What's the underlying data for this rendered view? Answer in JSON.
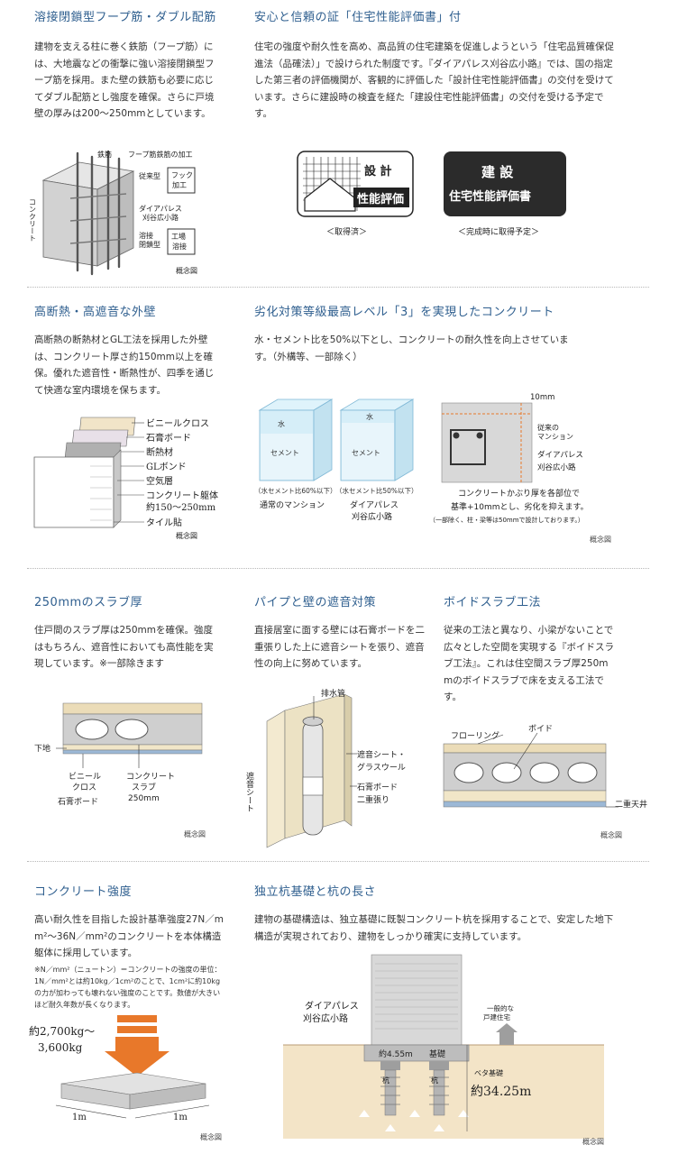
{
  "s1": {
    "title": "溶接閉鎖型フープ筋・ダブル配筋",
    "body": "建物を支える柱に巻く鉄筋（フープ筋）には、大地震などの衝撃に強い溶接閉鎖型フープ筋を採用。また壁の鉄筋も必要に応じてダブル配筋とし強度を確保。さらに戸境壁の厚みは200〜250mmとしています。",
    "fig": {
      "rebar": "鉄筋",
      "concrete": "コンクリート",
      "hoop_title": "フープ筋鉄筋の加工",
      "conventional": "従来型",
      "hook": [
        "フック",
        "加工"
      ],
      "dia": [
        "ダイアパレス",
        "刈谷広小路"
      ],
      "welded": [
        "溶接",
        "閉鎖型"
      ],
      "factory": [
        "工場",
        "溶接"
      ],
      "caption": "概念図"
    }
  },
  "s2": {
    "title": "安心と信頼の証「住宅性能評価書」付",
    "body": "住宅の強度や耐久性を高め、高品質の住宅建築を促進しようという「住宅品質確保促進法（品確法）」で設けられた制度です。『ダイアパレス刈谷広小路』では、国の指定した第三者の評価機関が、客観的に評価した「設計住宅性能評価書」の交付を受けています。さらに建設時の検査を経た「建設住宅性能評価書」の交付を受ける予定です。",
    "badge1": {
      "line1": "設 計",
      "line2": "性能評価",
      "caption": "＜取得済＞"
    },
    "badge2": {
      "line1": "建 設",
      "line2": "住宅性能評価書",
      "caption": "＜完成時に取得予定＞"
    }
  },
  "s3": {
    "title": "高断熱・高遮音な外壁",
    "body": "高断熱の断熱材とGL工法を採用した外壁は、コンクリート厚さ約150mm以上を確保。優れた遮音性・断熱性が、四季を通じて快適な室内環境を保ちます。",
    "layers": [
      "ビニールクロス",
      "石膏ボード",
      "断熱材",
      "GLボンド",
      "空気層",
      "コンクリート躯体",
      "約150〜250mm",
      "タイル貼"
    ],
    "caption": "概念図"
  },
  "s4": {
    "title": "劣化対策等級最高レベル「3」を実現したコンクリート",
    "body": "水・セメント比を50%以下とし、コンクリートの耐久性を向上させています。（外構等、一部除く）",
    "water": "水",
    "cement": "セメント",
    "box1": {
      "ratio": "（水セメント比60%以下）",
      "name": "通常のマンション"
    },
    "box2": {
      "ratio": "（水セメント比50%以下）",
      "name1": "ダイアパレス",
      "name2": "刈谷広小路"
    },
    "dim": "10mm",
    "conv": [
      "従来の",
      "マンション"
    ],
    "dia": [
      "ダイアパレス",
      "刈谷広小路"
    ],
    "cover1": "コンクリートかぶり厚を各部位で",
    "cover2": "基準+10mmとし、劣化を抑えます。",
    "cover3": "（一部除く、柱・梁等は50mmで設計しております。）",
    "caption": "概念図"
  },
  "s5": {
    "title": "250mmのスラブ厚",
    "body": "住戸間のスラブ厚は250mmを確保。強度はもちろん、遮音性においても高性能を実現しています。※一部除きます",
    "shitaji": "下地",
    "vinyl": [
      "ビニール",
      "クロス"
    ],
    "gypsum": "石膏ボード",
    "slab": [
      "コンクリート",
      "スラブ",
      "250mm"
    ],
    "caption": "概念図"
  },
  "s6": {
    "title": "パイプと壁の遮音対策",
    "body": "直接居室に面する壁には石膏ボードを二重張りした上に遮音シートを張り、遮音性の向上に努めています。",
    "drain": "排水管",
    "sheet": [
      "遮音シート・",
      "グラスウール"
    ],
    "board": [
      "石膏ボード",
      "二重張り"
    ],
    "vertical": "遮音シート"
  },
  "s7": {
    "title": "ボイドスラブ工法",
    "body": "従来の工法と異なり、小梁がないことで広々とした空間を実現する『ボイドスラブ工法』。これは住空間スラブ厚250mmのボイドスラブで床を支える工法です。",
    "flooring": "フローリング",
    "void": "ボイド",
    "ceiling": "二重天井",
    "caption": "概念図"
  },
  "s8": {
    "title": "コンクリート強度",
    "body": "高い耐久性を目指した設計基準強度27N／mm²〜36N／mm²のコンクリートを本体構造躯体に採用しています。",
    "note": "※N／mm²（ニュートン）＝コンクリートの強度の単位：1N／mm²とは約10kg／1cm²のことで、1cm²に約10kgの力が加わっても壊れない強度のことです。数値が大きいほど耐久年数が長くなります。",
    "load1": "約2,700kg〜",
    "load2": "3,600kg",
    "dim1": "1m",
    "dim2": "1m",
    "caption": "概念図"
  },
  "s9": {
    "title": "独立杭基礎と杭の長さ",
    "body": "建物の基礎構造は、独立基礎に既製コンクリート杭を採用することで、安定した地下構造が実現されており、建物をしっかり確実に支持しています。",
    "name": [
      "ダイアパレス",
      "刈谷広小路"
    ],
    "house": [
      "一般的な",
      "戸建住宅"
    ],
    "depth1": "約4.55m",
    "foundation": "基礎",
    "pile": "杭",
    "beta": "ベタ基礎",
    "depth2": "約34.25m",
    "caption": "概念図"
  },
  "colors": {
    "title": "#2f5f8f",
    "badge_dark": "#2b2b2b",
    "orange": "#e8782a"
  }
}
